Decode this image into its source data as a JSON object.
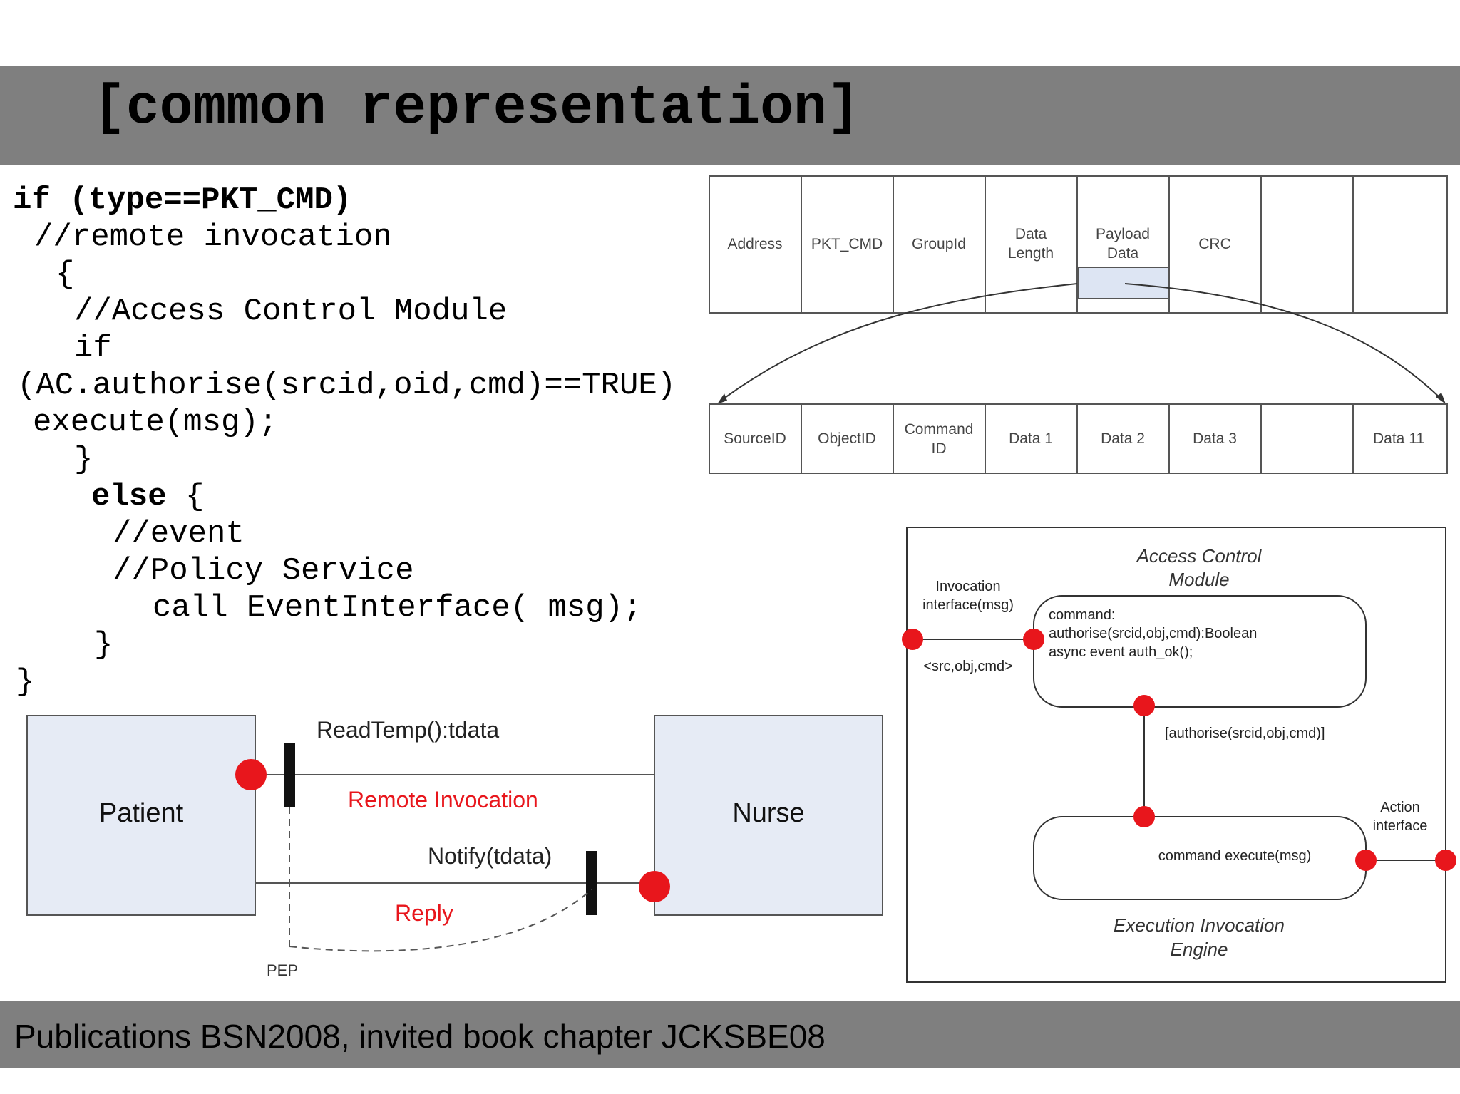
{
  "slide": {
    "title": "[common representation]",
    "footer": "Publications BSN2008, invited book chapter JCKSBE08"
  },
  "code": {
    "line1": "if (type==PKT_CMD)",
    "line2": "//remote invocation",
    "line3": "{",
    "line4": "//Access Control Module",
    "line5": "if",
    "line6": "(AC.authorise(srcid,oid,cmd)==TRUE)",
    "line7": "execute(msg);",
    "line8": "}",
    "line9_kw": "else",
    "line9_rest": " {",
    "line10": "//event",
    "line11": "//Policy Service",
    "line12": "call EventInterface( msg);",
    "line13": "}",
    "line14": "}"
  },
  "packet": {
    "top_fields": [
      "Address",
      "PKT_CMD",
      "GroupId",
      "Data Length",
      "Payload Data",
      "CRC",
      "",
      ""
    ],
    "bottom_fields": [
      "SourceID",
      "ObjectID",
      "Command ID",
      "Data 1",
      "Data 2",
      "Data 3",
      "",
      "Data 11"
    ]
  },
  "sequence": {
    "left_box": "Patient",
    "right_box": "Nurse",
    "call_label": "ReadTemp():tdata",
    "call_type": "Remote Invocation",
    "notify_label": "Notify(tdata)",
    "reply_label": "Reply",
    "pep_label": "PEP",
    "accent_color": "#e8161c",
    "box_fill": "#e6ebf5"
  },
  "component": {
    "acm_title_1": "Access Control",
    "acm_title_2": "Module",
    "invocation_label_1": "Invocation",
    "invocation_label_2": "interface(msg)",
    "src_label": "<src,obj,cmd>",
    "acm_line1": "command:",
    "acm_line2": "authorise(srcid,obj,cmd):Boolean",
    "acm_line3": "async event auth_ok();",
    "guard_label": "[authorise(srcid,obj,cmd)]",
    "exec_text": "command execute(msg)",
    "action_label_1": "Action",
    "action_label_2": "interface",
    "engine_title_1": "Execution Invocation",
    "engine_title_2": "Engine"
  }
}
